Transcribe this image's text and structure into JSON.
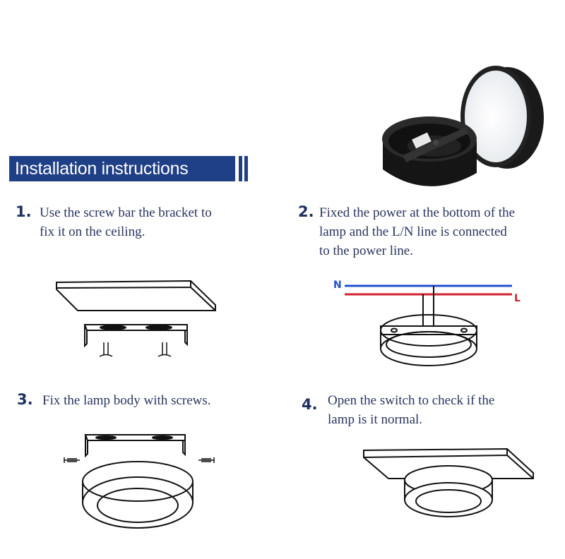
{
  "header": {
    "title": "Installation instructions",
    "color": "#1f3f86"
  },
  "steps": [
    {
      "number": "1.",
      "text": "Use the screw bar the bracket to\nfix it on the ceiling."
    },
    {
      "number": "2.",
      "text": "Fixed the power at the bottom of the\nlamp and the L/N line is connected\nto the power line."
    },
    {
      "number": "3.",
      "text": "Fix the lamp body with screws."
    },
    {
      "number": "4.",
      "text": "Open the switch to check if the\nlamp is it normal."
    }
  ],
  "wiring": {
    "neutral_label": "N",
    "live_label": "L",
    "neutral_color": "#2050d0",
    "live_color": "#d02030"
  },
  "product_photo": {
    "description": "black round surface-mounted LED ceiling lamp, body and lamp head"
  }
}
